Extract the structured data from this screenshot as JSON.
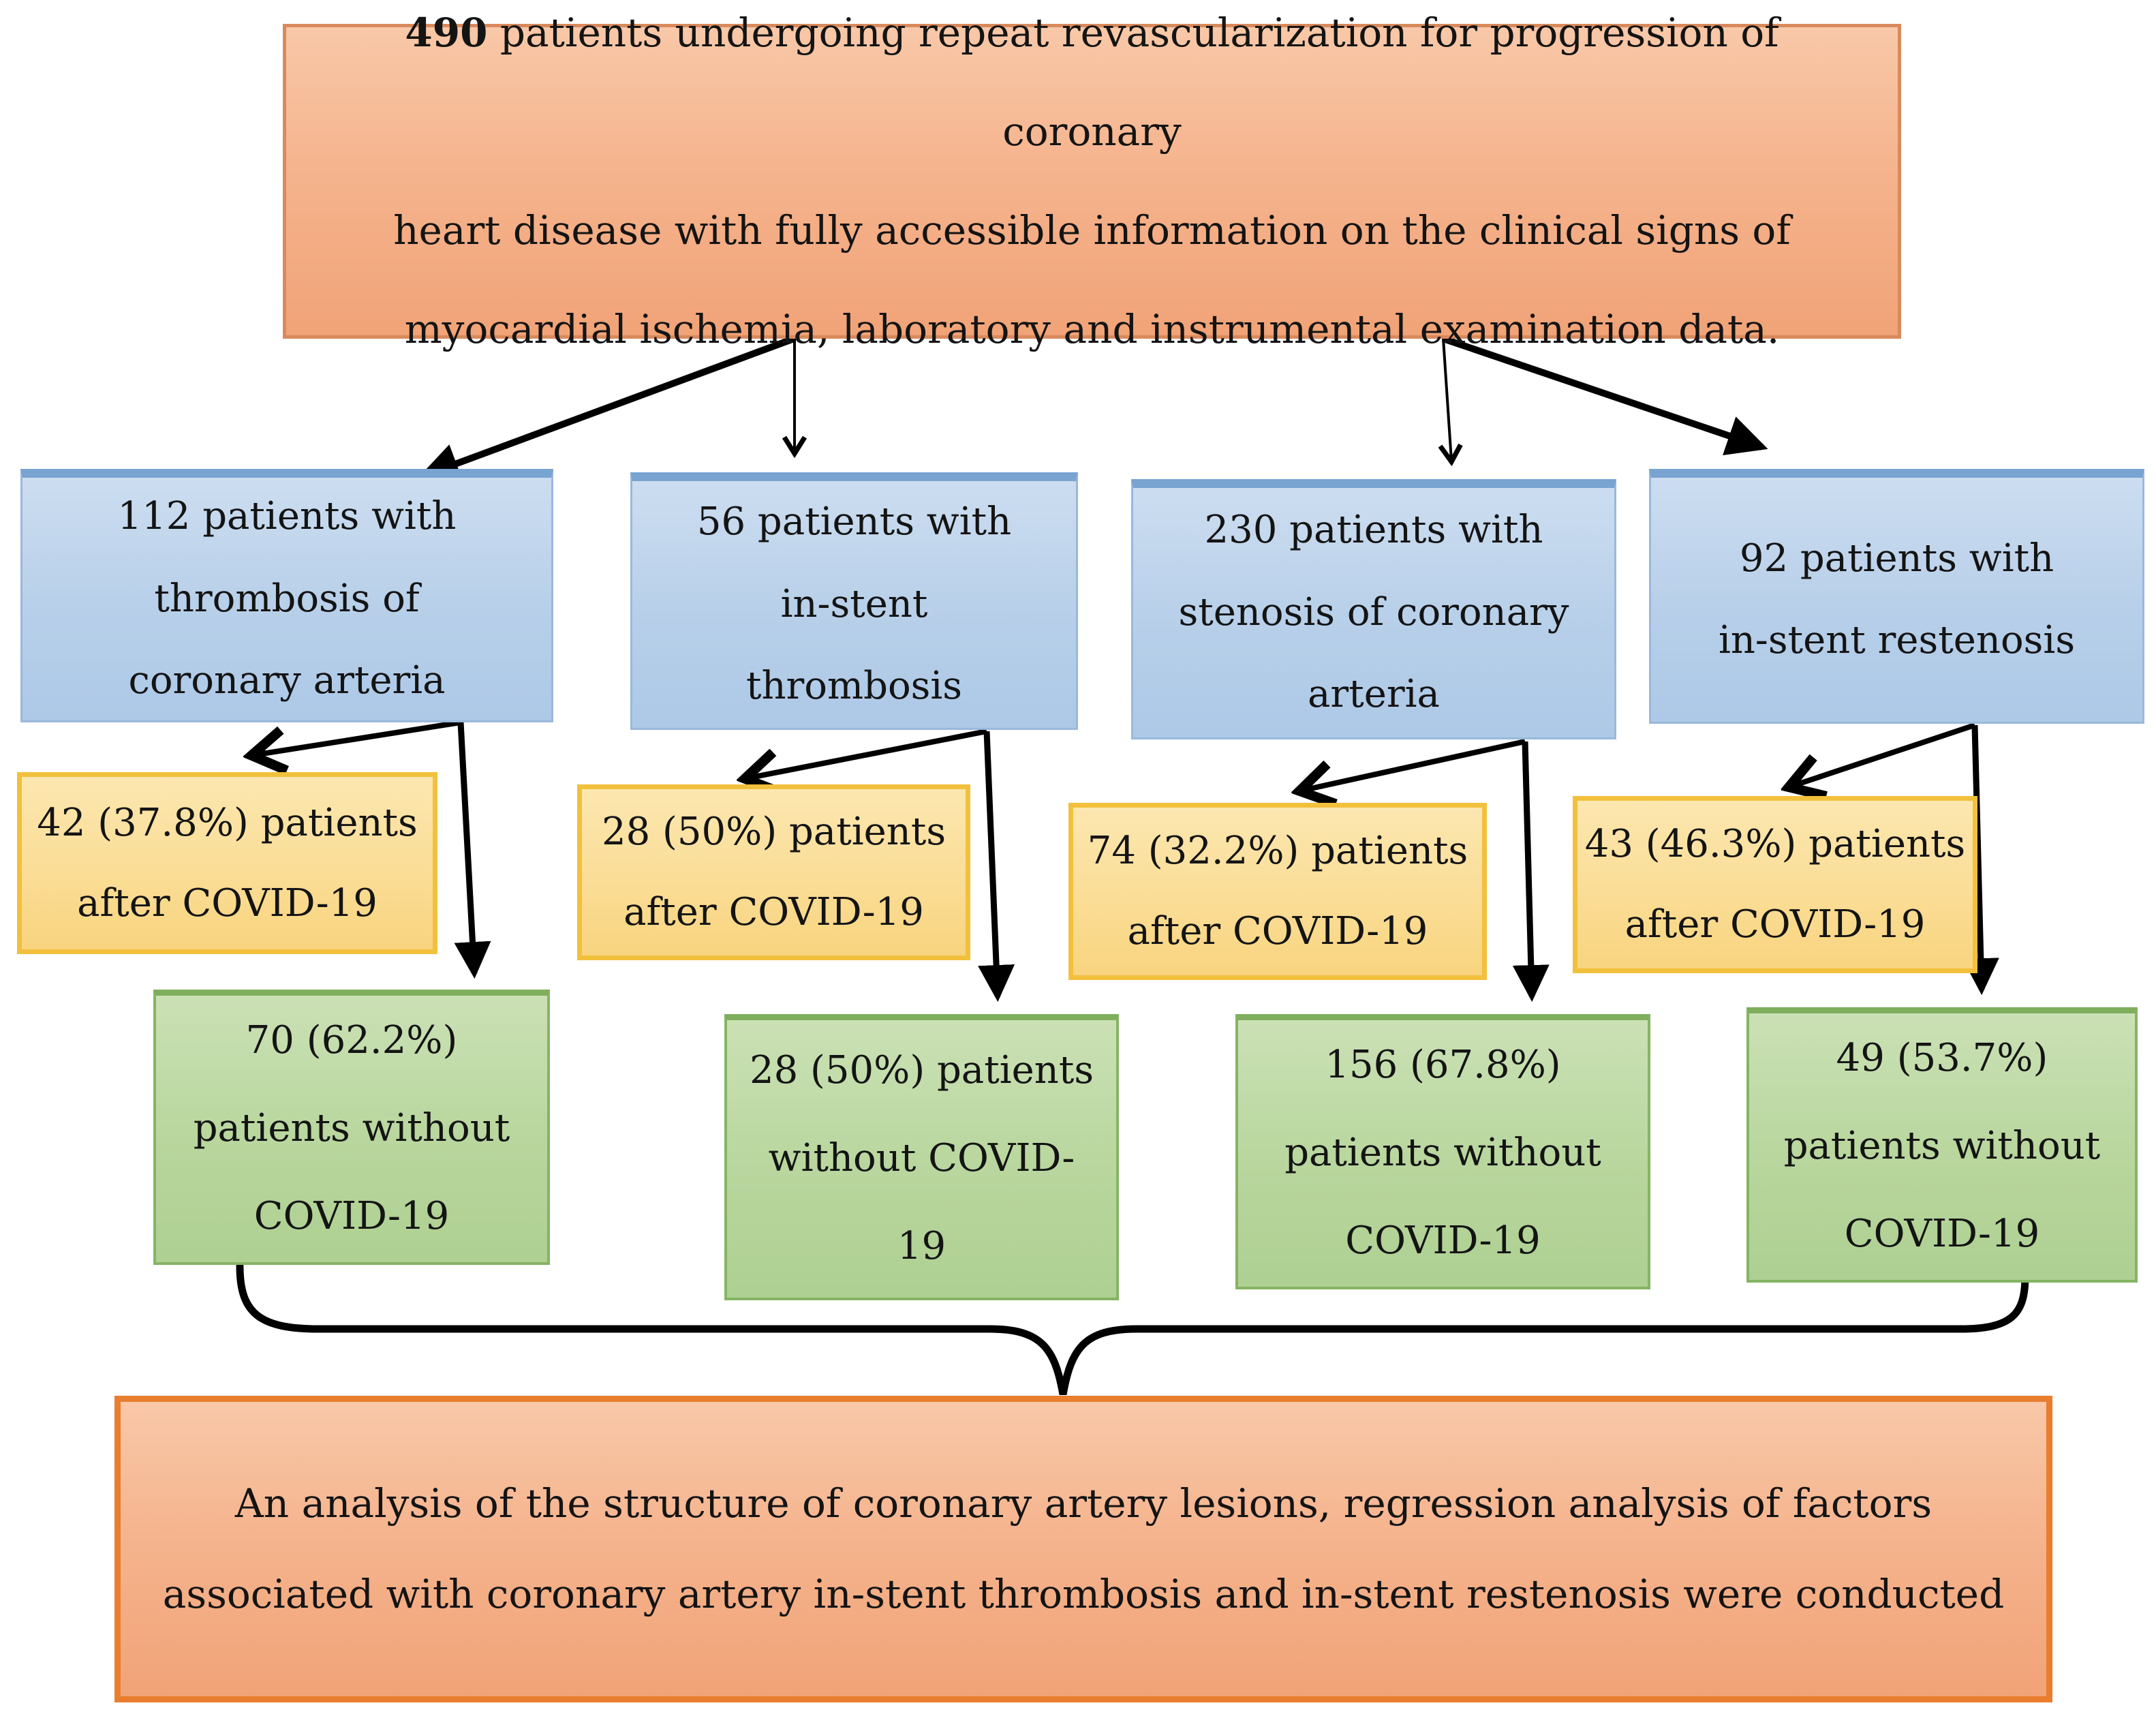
{
  "figure": {
    "type": "study-flowchart",
    "nodes": {
      "top": {
        "number": "490",
        "text": " patients undergoing repeat revascularization for progression of coronary\nheart disease with fully accessible information on the clinical signs of\nmyocardial ischemia, laboratory and instrumental examination data."
      },
      "b1": {
        "count": 112,
        "text": "112 patients with\nthrombosis of\ncoronary arteria"
      },
      "b2": {
        "count": 56,
        "text": "56 patients with\nin-stent\nthrombosis"
      },
      "b3": {
        "count": 230,
        "text": "230 patients with\nstenosis of coronary\narteria"
      },
      "b4": {
        "count": 92,
        "text": "92 patients with\nin-stent restenosis"
      },
      "y1": {
        "count": 42,
        "percent": "37.8%",
        "text": "42 (37.8%) patients\nafter COVID-19"
      },
      "y2": {
        "count": 28,
        "percent": "50%",
        "text": "28 (50%) patients\nafter COVID-19"
      },
      "y3": {
        "count": 74,
        "percent": "32.2%",
        "text": "74 (32.2%) patients\nafter COVID-19"
      },
      "y4": {
        "count": 43,
        "percent": "46.3%",
        "text": "43 (46.3%) patients\nafter COVID-19"
      },
      "g1": {
        "count": 70,
        "percent": "62.2%",
        "text": "70 (62.2%)\npatients without\nCOVID-19"
      },
      "g2": {
        "count": 28,
        "percent": "50%",
        "text": "28 (50%) patients\nwithout COVID-\n19"
      },
      "g3": {
        "count": 156,
        "percent": "67.8%",
        "text": "156 (67.8%)\npatients without\nCOVID-19"
      },
      "g4": {
        "count": 49,
        "percent": "53.7%",
        "text": "49 (53.7%)\npatients without\nCOVID-19"
      },
      "bottom": {
        "text": "An analysis of the structure of coronary artery lesions, regression analysis of factors\nassociated with coronary artery in-stent thrombosis and in-stent restenosis were conducted"
      }
    },
    "colors": {
      "orange_fill": "#f5b48e",
      "orange_border_top_box": "#d98a5c",
      "orange_border_bottom_box": "#e87e2e",
      "blue_fill": "#b7cfe9",
      "blue_strip": "#79a3d1",
      "blue_border": "#9ab8dc",
      "yellow_fill": "#fadd96",
      "yellow_border": "#f2c03c",
      "green_fill": "#b8d69d",
      "green_border": "#85b464",
      "arrow": "#000000",
      "text": "#141414",
      "background": "#ffffff"
    }
  }
}
